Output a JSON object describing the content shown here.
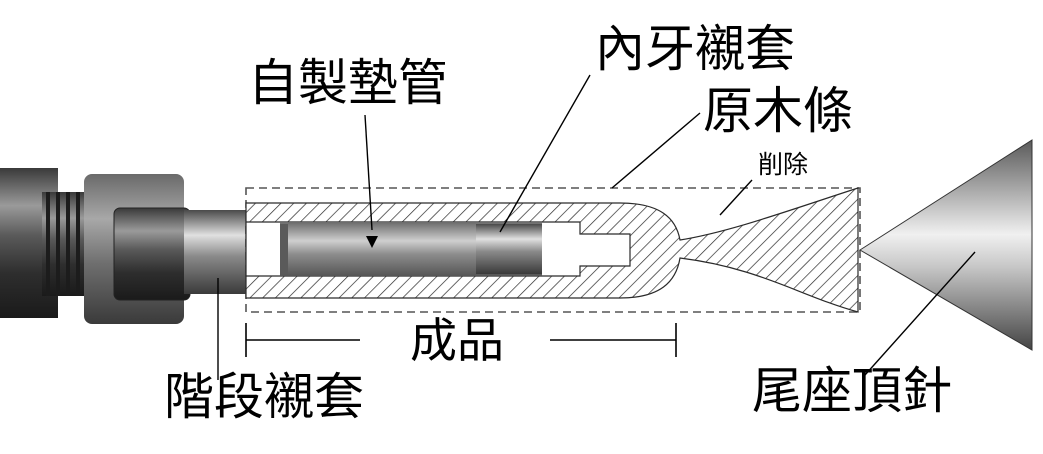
{
  "labels": {
    "homemade_shim_tube": "自製墊管",
    "threaded_bushing": "內牙襯套",
    "wood_blank": "原木條",
    "removed": "削除",
    "finished_product": "成品",
    "stepped_bushing": "階段襯套",
    "tailstock_center": "尾座頂針"
  }
}
